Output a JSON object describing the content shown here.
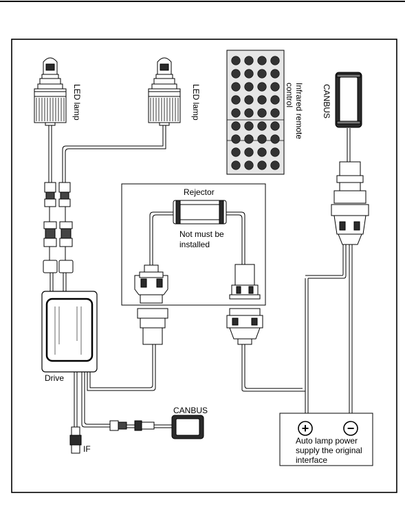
{
  "labels": {
    "led_lamp_left": "LED lamp",
    "led_lamp_right": "LED lamp",
    "infrared_remote_control": [
      "Infrared remote",
      "control"
    ],
    "canbus_top": "CANBUS",
    "rejector": "Rejector",
    "not_installed": [
      "Not must be",
      "installed"
    ],
    "drive": "Drive",
    "canbus_bottom": "CANBUS",
    "if_label": "IF",
    "power_plus": "+",
    "power_minus": "−",
    "power_text": [
      "Auto lamp power",
      "supply the original",
      "interface"
    ]
  },
  "remote": {
    "rows": 9,
    "cols": 4,
    "button_color": "#333333"
  },
  "colors": {
    "line": "#000000",
    "background": "#ffffff",
    "fill_dark": "#2b2b2b"
  }
}
